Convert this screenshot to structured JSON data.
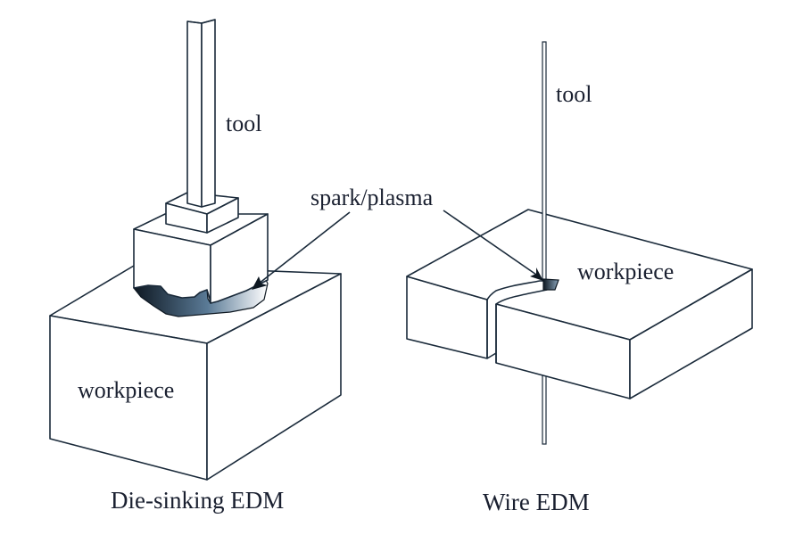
{
  "diagrams": [
    {
      "id": "die-sinking",
      "caption": "Die-sinking EDM",
      "tool_label": "tool",
      "workpiece_label": "workpiece"
    },
    {
      "id": "wire",
      "caption": "Wire EDM",
      "tool_label": "tool",
      "workpiece_label": "workpiece"
    }
  ],
  "shared_label": "spark/plasma",
  "colors": {
    "line": "#1a2a3a",
    "spark_dark": "#0e1822",
    "spark_mid": "#5a7a96",
    "spark_light": "#ffffff"
  }
}
